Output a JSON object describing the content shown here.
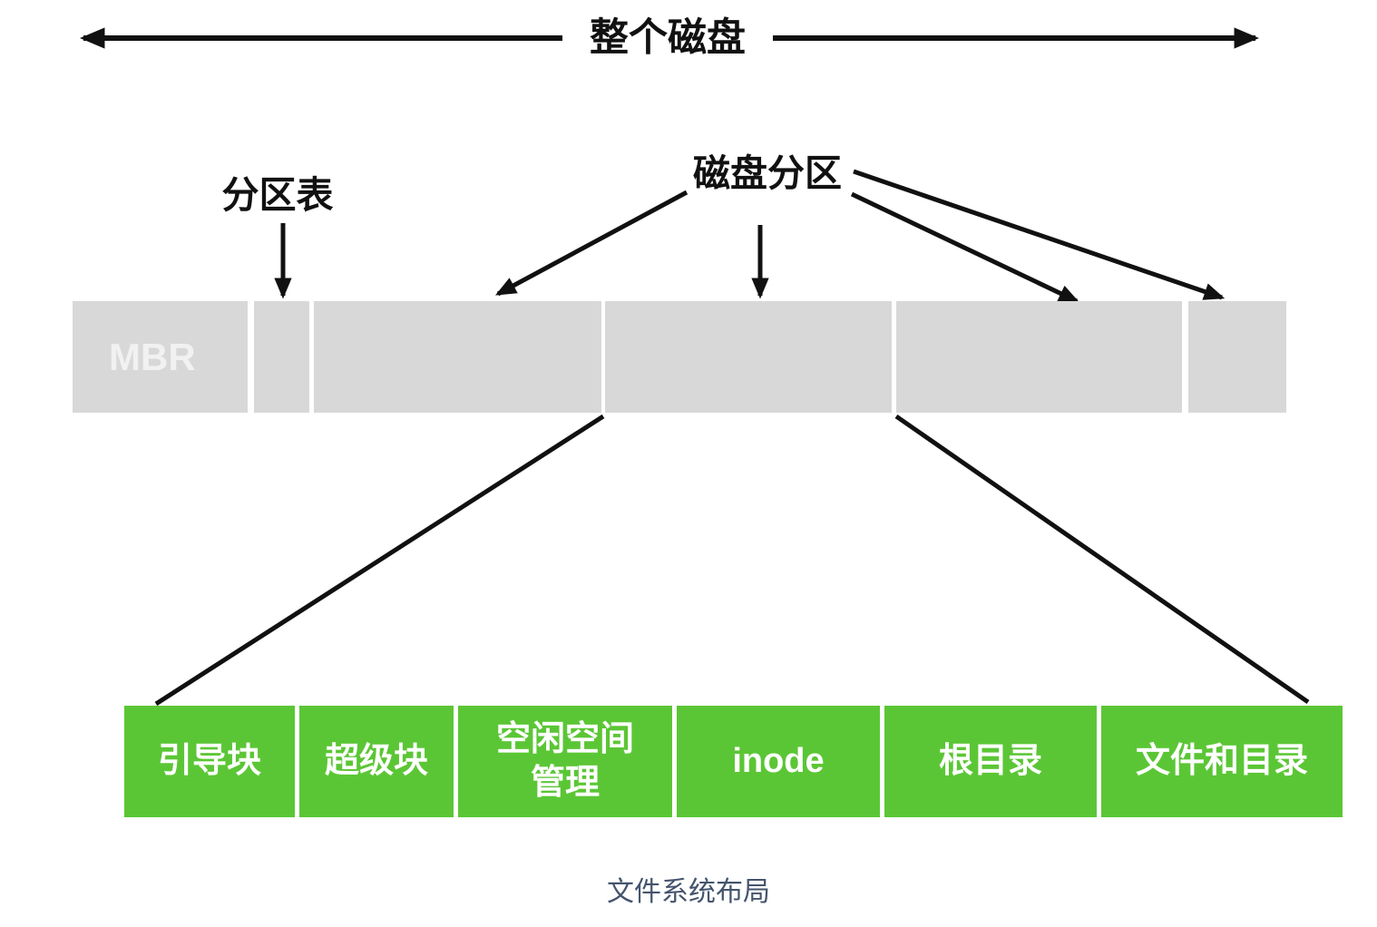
{
  "colors": {
    "bar_gray": "#d8d8d8",
    "fs_green": "#5bc635",
    "line_ink": "#111111",
    "mbr_text": "#f1f1f1",
    "caption_text": "#44546d",
    "background": "#ffffff"
  },
  "whole_disk": {
    "label": "整个磁盘"
  },
  "callouts": {
    "partition_table": "分区表",
    "disk_partition": "磁盘分区"
  },
  "disk_bar": {
    "segments": [
      {
        "label": "MBR"
      },
      {
        "label": ""
      },
      {
        "label": ""
      },
      {
        "label": ""
      },
      {
        "label": ""
      },
      {
        "label": ""
      }
    ]
  },
  "fs_bar": {
    "segments": [
      {
        "label": "引导块"
      },
      {
        "label": "超级块"
      },
      {
        "label": "空闲空间管理"
      },
      {
        "label": "inode"
      },
      {
        "label": "根目录"
      },
      {
        "label": "文件和目录"
      }
    ]
  },
  "caption": "文件系统布局"
}
